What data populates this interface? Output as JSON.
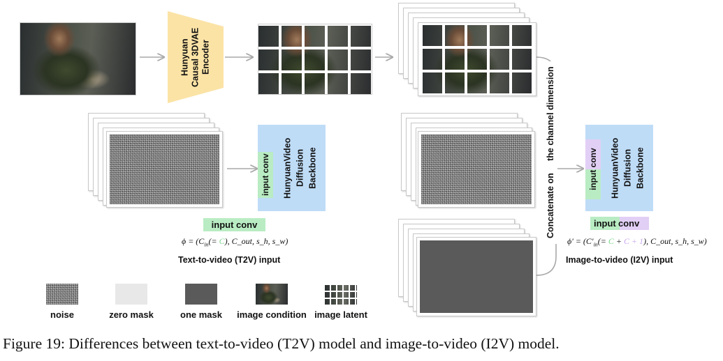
{
  "encoder_label": "Hunyuan\nCausal 3DVAE\nEncoder",
  "t2v": {
    "backbone_label": "HunyuanVideo\nDiffusion\nBackbone",
    "input_conv_label": "input conv",
    "input_conv_tag": "input conv",
    "formula": "ϕ = (C_in(= C), C_out, s_h, s_w)",
    "formula_parts": {
      "lead": "ϕ = (C",
      "sub": "in",
      "eq": "(= ",
      "c": "C",
      "rest": "), C_out, s_h, s_w)"
    },
    "caption": "Text-to-video (T2V) input"
  },
  "i2v": {
    "backbone_label": "HunyuanVideo\nDiffusion\nBackbone",
    "input_conv_label": "input conv",
    "input_conv_tag_a": "input",
    "input_conv_tag_b": "conv",
    "formula": "ϕ' = (C'_in(= C + C + 1), C_out, s_h, s_w)",
    "formula_parts": {
      "lead": "ϕ′ = (C′",
      "sub": "in",
      "eq": "(= ",
      "c1": "C",
      "plus": " + ",
      "c2": "C + 1",
      "rest": "), C_out, s_h, s_w)"
    },
    "caption": "Image-to-video (I2V) input"
  },
  "concat_label": "Concatenate on     the channel dimension",
  "legend": [
    {
      "label": "noise"
    },
    {
      "label": "zero mask"
    },
    {
      "label": "one mask"
    },
    {
      "label": "image condition"
    },
    {
      "label": "image latent"
    }
  ],
  "figure_caption": "Figure 19: Differences between text-to-video (T2V) model and image-to-video (I2V) model.",
  "colors": {
    "encoder": "#fbe3a6",
    "backbone": "#bfdcf7",
    "input_conv_green": "#b9ecc3",
    "input_conv_purple": "#e2cff5",
    "zero_mask": "#e8e8e8",
    "one_mask": "#5a5a5a",
    "arrow": "#a9a9a9"
  }
}
